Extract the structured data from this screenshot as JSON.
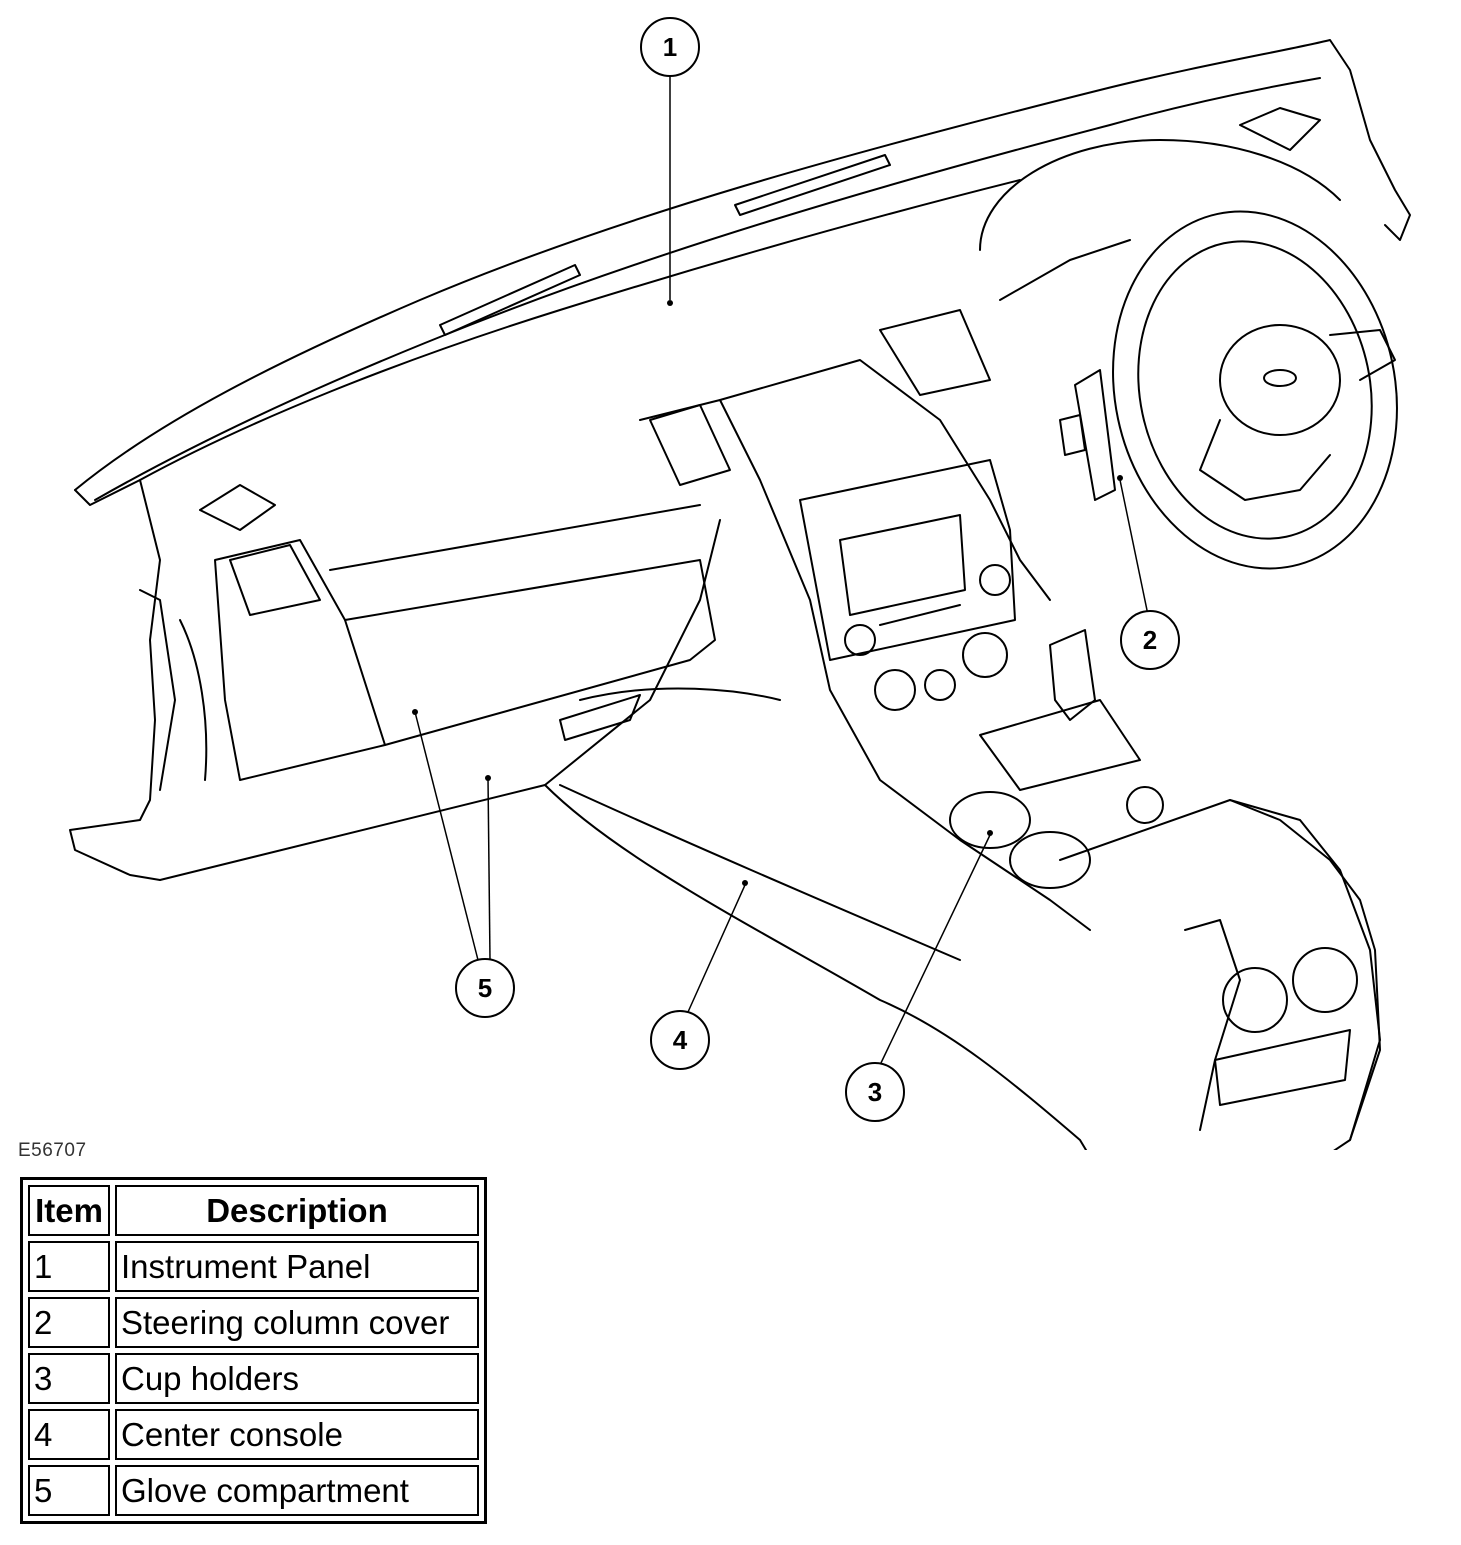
{
  "figure": {
    "id_label": "E56707",
    "callouts": [
      "1",
      "2",
      "3",
      "4",
      "5"
    ]
  },
  "legend": {
    "headers": {
      "item": "Item",
      "description": "Description"
    },
    "rows": [
      {
        "item": "1",
        "description": "Instrument Panel"
      },
      {
        "item": "2",
        "description": "Steering column cover"
      },
      {
        "item": "3",
        "description": "Cup holders"
      },
      {
        "item": "4",
        "description": "Center console"
      },
      {
        "item": "5",
        "description": "Glove compartment"
      }
    ]
  },
  "colors": {
    "line": "#000000",
    "background": "#ffffff"
  }
}
